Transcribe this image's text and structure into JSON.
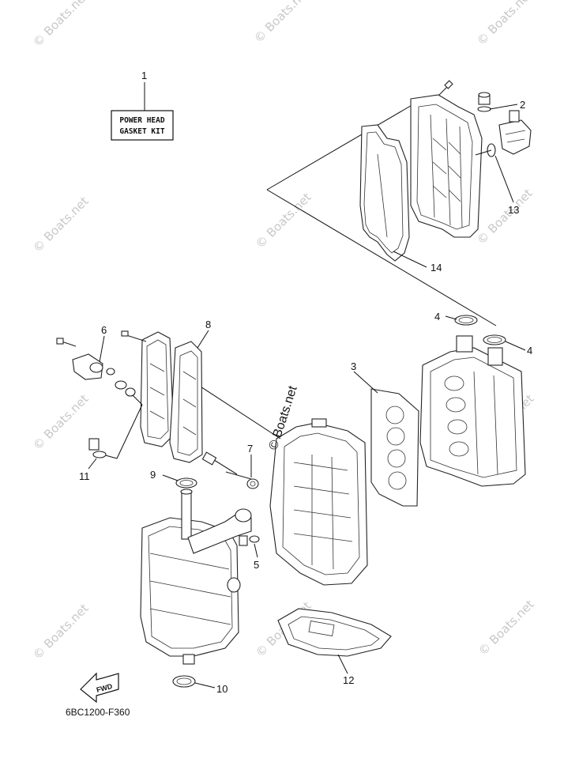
{
  "diagram": {
    "code": "6BC1200-F360",
    "fwd_label": "FWD",
    "kit_label": [
      "POWER HEAD",
      "GASKET KIT"
    ],
    "callouts": [
      "1",
      "2",
      "3",
      "4",
      "4",
      "5",
      "6",
      "7",
      "8",
      "9",
      "10",
      "11",
      "12",
      "13",
      "14"
    ]
  },
  "watermark": {
    "text": "© Boats.net",
    "main_text": "© Boats.net"
  }
}
